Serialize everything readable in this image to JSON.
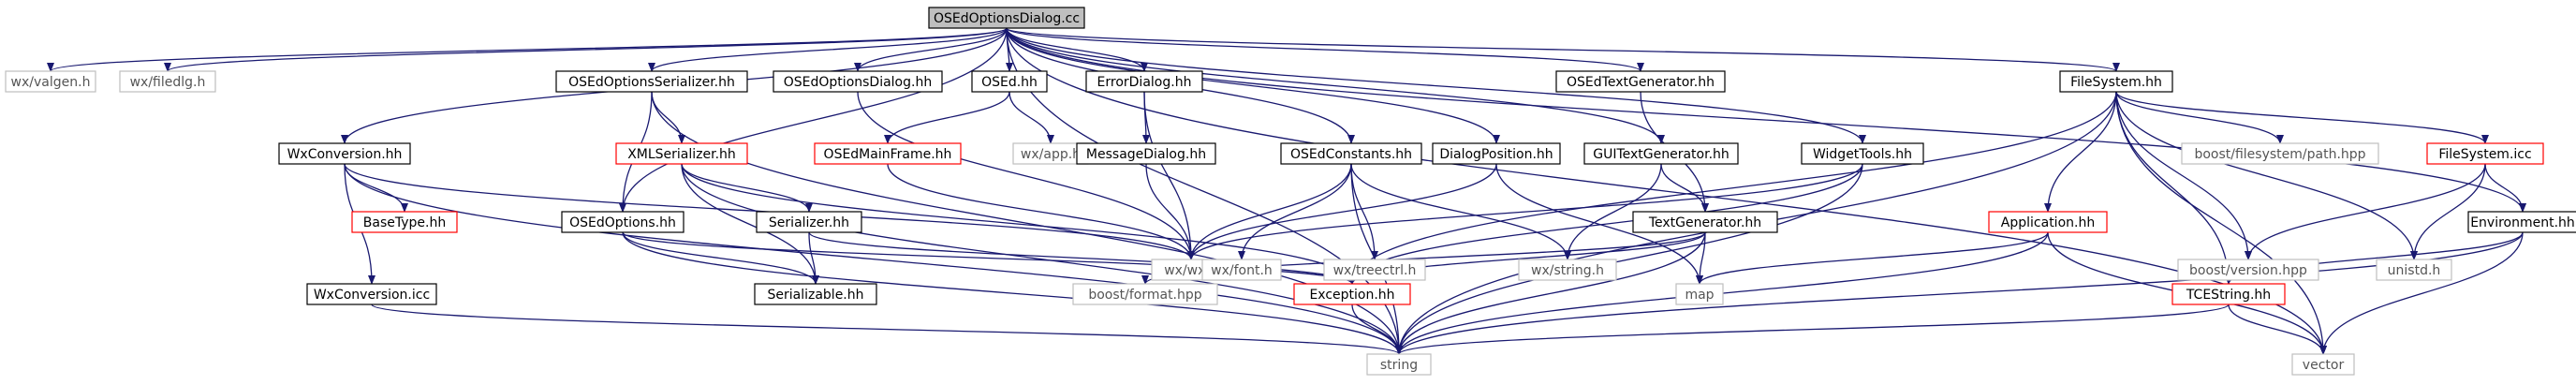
{
  "colors": {
    "edge": "#191970",
    "box_black": "#000000",
    "box_red": "#ff0000",
    "box_gray": "#bfbfbf",
    "root_fill": "#bfbfbf",
    "text": "#000000",
    "muted_text": "#555555"
  },
  "nodes": [
    {
      "id": "root",
      "label": "OSEdOptionsDialog.cc",
      "style": "root"
    },
    {
      "id": "valgen",
      "label": "wx/valgen.h",
      "style": "gray"
    },
    {
      "id": "filedlg",
      "label": "wx/filedlg.h",
      "style": "gray"
    },
    {
      "id": "optser",
      "label": "OSEdOptionsSerializer.hh",
      "style": "black"
    },
    {
      "id": "optdlg",
      "label": "OSEdOptionsDialog.hh",
      "style": "black"
    },
    {
      "id": "osed",
      "label": "OSEd.hh",
      "style": "black"
    },
    {
      "id": "errdlg",
      "label": "ErrorDialog.hh",
      "style": "black"
    },
    {
      "id": "textgen",
      "label": "OSEdTextGenerator.hh",
      "style": "black"
    },
    {
      "id": "fs",
      "label": "FileSystem.hh",
      "style": "black"
    },
    {
      "id": "wxconv",
      "label": "WxConversion.hh",
      "style": "black"
    },
    {
      "id": "xmlser",
      "label": "XMLSerializer.hh",
      "style": "red"
    },
    {
      "id": "mainframe",
      "label": "OSEdMainFrame.hh",
      "style": "red"
    },
    {
      "id": "wxapp",
      "label": "wx/app.h",
      "style": "gray"
    },
    {
      "id": "msgdlg",
      "label": "MessageDialog.hh",
      "style": "black"
    },
    {
      "id": "consts",
      "label": "OSEdConstants.hh",
      "style": "black"
    },
    {
      "id": "dlgpos",
      "label": "DialogPosition.hh",
      "style": "black"
    },
    {
      "id": "guitextgen",
      "label": "GUITextGenerator.hh",
      "style": "black"
    },
    {
      "id": "widget",
      "label": "WidgetTools.hh",
      "style": "black"
    },
    {
      "id": "bfspath",
      "label": "boost/filesystem/path.hpp",
      "style": "gray"
    },
    {
      "id": "fsicc",
      "label": "FileSystem.icc",
      "style": "red"
    },
    {
      "id": "basetype",
      "label": "BaseType.hh",
      "style": "red"
    },
    {
      "id": "options",
      "label": "OSEdOptions.hh",
      "style": "black"
    },
    {
      "id": "serializer",
      "label": "Serializer.hh",
      "style": "black"
    },
    {
      "id": "wxwx",
      "label": "wx/wx.h",
      "style": "gray"
    },
    {
      "id": "wxfont",
      "label": "wx/font.h",
      "style": "gray"
    },
    {
      "id": "wxtree",
      "label": "wx/treectrl.h",
      "style": "gray"
    },
    {
      "id": "wxstring",
      "label": "wx/string.h",
      "style": "gray"
    },
    {
      "id": "textgenerator",
      "label": "TextGenerator.hh",
      "style": "black"
    },
    {
      "id": "application",
      "label": "Application.hh",
      "style": "red"
    },
    {
      "id": "bversion",
      "label": "boost/version.hpp",
      "style": "gray"
    },
    {
      "id": "unistd",
      "label": "unistd.h",
      "style": "gray"
    },
    {
      "id": "env",
      "label": "Environment.hh",
      "style": "black"
    },
    {
      "id": "wxconvicc",
      "label": "WxConversion.icc",
      "style": "black"
    },
    {
      "id": "serializable",
      "label": "Serializable.hh",
      "style": "black"
    },
    {
      "id": "bformat",
      "label": "boost/format.hpp",
      "style": "gray"
    },
    {
      "id": "exception",
      "label": "Exception.hh",
      "style": "red"
    },
    {
      "id": "map",
      "label": "map",
      "style": "gray"
    },
    {
      "id": "tcestring",
      "label": "TCEString.hh",
      "style": "red"
    },
    {
      "id": "string",
      "label": "string",
      "style": "gray"
    },
    {
      "id": "vector",
      "label": "vector",
      "style": "gray"
    }
  ],
  "edges": [
    [
      "root",
      "valgen"
    ],
    [
      "root",
      "filedlg"
    ],
    [
      "root",
      "optser"
    ],
    [
      "root",
      "optdlg"
    ],
    [
      "root",
      "osed"
    ],
    [
      "root",
      "errdlg"
    ],
    [
      "root",
      "textgen"
    ],
    [
      "root",
      "fs"
    ],
    [
      "root",
      "wxconv"
    ],
    [
      "root",
      "options"
    ],
    [
      "root",
      "consts"
    ],
    [
      "root",
      "dlgpos"
    ],
    [
      "root",
      "guitextgen"
    ],
    [
      "root",
      "widget"
    ],
    [
      "root",
      "env"
    ],
    [
      "root",
      "string"
    ],
    [
      "root",
      "vector"
    ],
    [
      "optser",
      "xmlser"
    ],
    [
      "optser",
      "options"
    ],
    [
      "optser",
      "string"
    ],
    [
      "optdlg",
      "wxwx"
    ],
    [
      "osed",
      "mainframe"
    ],
    [
      "osed",
      "wxapp"
    ],
    [
      "errdlg",
      "msgdlg"
    ],
    [
      "errdlg",
      "wxwx"
    ],
    [
      "mainframe",
      "wxwx"
    ],
    [
      "msgdlg",
      "wxwx"
    ],
    [
      "textgen",
      "textgenerator"
    ],
    [
      "fs",
      "bfspath"
    ],
    [
      "fs",
      "fsicc"
    ],
    [
      "fs",
      "application"
    ],
    [
      "fs",
      "bversion"
    ],
    [
      "fs",
      "unistd"
    ],
    [
      "fs",
      "tcestring"
    ],
    [
      "fs",
      "exception"
    ],
    [
      "fs",
      "string"
    ],
    [
      "fs",
      "vector"
    ],
    [
      "fsicc",
      "bversion"
    ],
    [
      "fsicc",
      "unistd"
    ],
    [
      "fsicc",
      "env"
    ],
    [
      "wxconv",
      "basetype"
    ],
    [
      "wxconv",
      "wxconvicc"
    ],
    [
      "wxconv",
      "wxwx"
    ],
    [
      "wxconv",
      "string"
    ],
    [
      "wxconvicc",
      "string"
    ],
    [
      "xmlser",
      "serializer"
    ],
    [
      "xmlser",
      "serializable"
    ],
    [
      "xmlser",
      "exception"
    ],
    [
      "xmlser",
      "string"
    ],
    [
      "serializer",
      "serializable"
    ],
    [
      "serializer",
      "exception"
    ],
    [
      "options",
      "serializable"
    ],
    [
      "options",
      "exception"
    ],
    [
      "options",
      "string"
    ],
    [
      "consts",
      "wxwx"
    ],
    [
      "consts",
      "wxfont"
    ],
    [
      "consts",
      "wxtree"
    ],
    [
      "consts",
      "wxstring"
    ],
    [
      "consts",
      "string"
    ],
    [
      "dlgpos",
      "wxwx"
    ],
    [
      "dlgpos",
      "map"
    ],
    [
      "guitextgen",
      "wxstring"
    ],
    [
      "guitextgen",
      "textgenerator"
    ],
    [
      "widget",
      "wxwx"
    ],
    [
      "widget",
      "exception"
    ],
    [
      "widget",
      "string"
    ],
    [
      "textgenerator",
      "bformat"
    ],
    [
      "textgenerator",
      "exception"
    ],
    [
      "textgenerator",
      "map"
    ],
    [
      "textgenerator",
      "string"
    ],
    [
      "application",
      "map"
    ],
    [
      "application",
      "string"
    ],
    [
      "application",
      "vector"
    ],
    [
      "exception",
      "string"
    ],
    [
      "env",
      "tcestring"
    ],
    [
      "env",
      "string"
    ],
    [
      "env",
      "vector"
    ],
    [
      "tcestring",
      "string"
    ],
    [
      "tcestring",
      "vector"
    ]
  ]
}
